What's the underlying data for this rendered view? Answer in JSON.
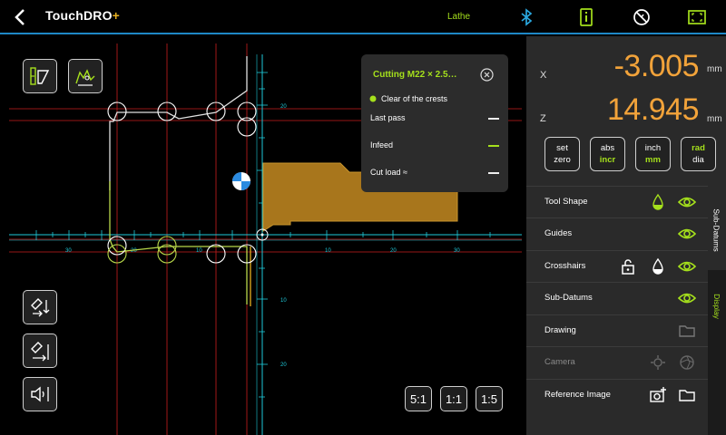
{
  "app": {
    "logo_text": "TouchDRO",
    "logo_plus": "+",
    "mode": "Lathe",
    "icons": [
      "back-icon",
      "bluetooth-icon",
      "info-icon",
      "disconnect-icon",
      "fullscreen-icon"
    ]
  },
  "canvas": {
    "tick_labels": [
      "30",
      "20",
      "10",
      "10",
      "20",
      "30",
      "20",
      "10",
      "10",
      "20"
    ],
    "tool_buttons": [
      "tool-setup-icon",
      "tool-wizard-icon"
    ],
    "left_buttons": [
      "sub-datum-x-icon",
      "sub-datum-z-icon",
      "audio-icon"
    ],
    "zoom": [
      "5:1",
      "1:1",
      "1:5"
    ]
  },
  "popup": {
    "title": "Cutting M22 × 2.5…",
    "status": "Clear of the crests",
    "rows": [
      "Last pass",
      "Infeed",
      "Cut load ≈"
    ]
  },
  "readout": {
    "x_label": "X",
    "x_value": "-3.005",
    "x_unit": "mm",
    "z_label": "Z",
    "z_value": "14.945",
    "z_unit": "mm"
  },
  "mode_buttons": {
    "set_zero_1": "set",
    "set_zero_2": "zero",
    "abs": "abs",
    "incr": "incr",
    "inch": "inch",
    "mm": "mm",
    "rad": "rad",
    "dia": "dia"
  },
  "settings": [
    {
      "label": "Tool Shape"
    },
    {
      "label": "Guides"
    },
    {
      "label": "Crosshairs"
    },
    {
      "label": "Sub-Datums"
    },
    {
      "label": "Drawing"
    },
    {
      "label": "Camera"
    },
    {
      "label": "Reference Image"
    }
  ],
  "side_tabs": [
    "Sub-Datums",
    "Display"
  ],
  "colors": {
    "accent_green": "#a5e01c",
    "readout_orange": "#f2a33a",
    "axis_cyan": "#1ec8d8",
    "guide_red": "#d21e1e",
    "workpiece_brown": "#a8761c",
    "topbar_blue": "#1e88c7"
  }
}
